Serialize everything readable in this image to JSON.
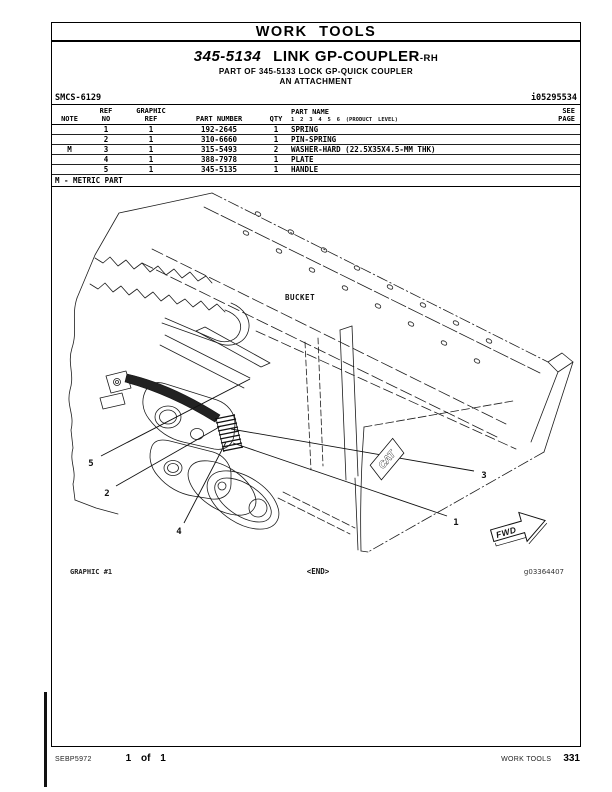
{
  "page": {
    "header_title": "WORK TOOLS",
    "title_number": "345-5134",
    "title_name": "LINK GP-COUPLER",
    "title_suffix": "-RH",
    "subtitle1": "PART OF 345-5133 LOCK GP-QUICK COUPLER",
    "subtitle2": "AN ATTACHMENT",
    "smcs_code": "SMCS-6129",
    "media_id": "i05295534"
  },
  "table": {
    "headers": {
      "note": "NOTE",
      "ref_line1": "REF",
      "ref_line2": "NO",
      "graphic_line1": "GRAPHIC",
      "graphic_line2": "REF",
      "part_number": "PART NUMBER",
      "qty": "QTY",
      "part_name": "PART NAME",
      "product_level": "1 2 3 4 5 6 (PRODUCT LEVEL)",
      "see_line1": "SEE",
      "see_line2": "PAGE"
    },
    "rows": [
      {
        "note": "",
        "ref_no": "1",
        "graphic_ref": "1",
        "part_number": "192-2645",
        "qty": "1",
        "part_name": "SPRING",
        "see_page": ""
      },
      {
        "note": "",
        "ref_no": "2",
        "graphic_ref": "1",
        "part_number": "310-6660",
        "qty": "1",
        "part_name": "PIN-SPRING",
        "see_page": ""
      },
      {
        "note": "M",
        "ref_no": "3",
        "graphic_ref": "1",
        "part_number": "315-5493",
        "qty": "2",
        "part_name": "WASHER-HARD (22.5X35X4.5-MM THK)",
        "see_page": ""
      },
      {
        "note": "",
        "ref_no": "4",
        "graphic_ref": "1",
        "part_number": "388-7978",
        "qty": "1",
        "part_name": "PLATE",
        "see_page": ""
      },
      {
        "note": "",
        "ref_no": "5",
        "graphic_ref": "1",
        "part_number": "345-5135",
        "qty": "1",
        "part_name": "HANDLE",
        "see_page": ""
      }
    ],
    "footnote": "M - METRIC PART"
  },
  "graphic": {
    "bucket_label": "BUCKET",
    "cat_logo": "CAT",
    "fwd_label": "FWD",
    "callouts": [
      "1",
      "2",
      "3",
      "4",
      "5"
    ],
    "caption_left": "GRAPHIC #1",
    "caption_center": "<END>",
    "caption_right": "g03364407"
  },
  "footer": {
    "doc_number": "SEBP5972",
    "page_of": "1 of 1",
    "section": "WORK TOOLS",
    "page_number": "331"
  }
}
